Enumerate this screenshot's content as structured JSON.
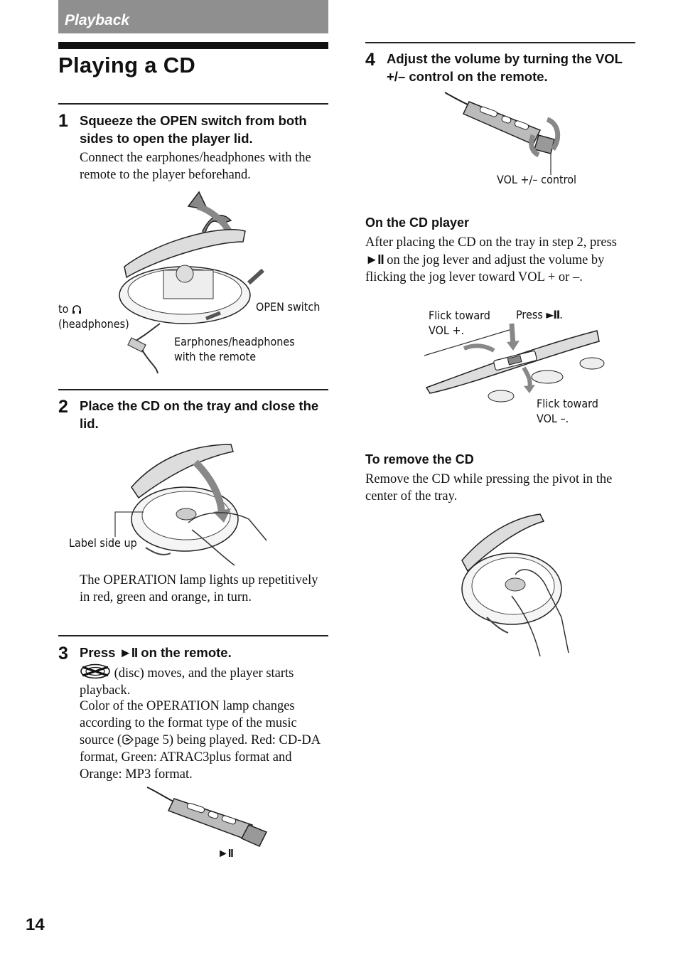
{
  "header": {
    "section": "Playback",
    "title": "Playing a CD"
  },
  "page_number": "14",
  "step1": {
    "number": "1",
    "heading": "Squeeze the OPEN switch from both sides to open the player lid.",
    "body": "Connect the earphones/headphones with the remote to the player beforehand.",
    "callouts": {
      "to": "to",
      "headphones": "(headphones)",
      "open_switch": "OPEN switch",
      "earphones_line1": "Earphones/headphones",
      "earphones_line2": "with the remote"
    }
  },
  "step2": {
    "number": "2",
    "heading": "Place the CD on the tray and close the lid.",
    "callout_label_side": "Label side up",
    "body": "The OPERATION lamp lights up repetitively in red, green and orange, in turn."
  },
  "step3": {
    "number": "3",
    "heading_pre": "Press",
    "heading_symbol": "►II",
    "heading_post": "on the remote.",
    "disc_text": "(disc) moves, and the player starts playback.",
    "lamp_text_pre": "Color of the OPERATION lamp changes according to the format type of the music source (",
    "lamp_text_ref": "page 5) being played. Red: CD-DA format, Green: ATRAC3plus format and Orange: MP3 format.",
    "callout_symbol": "►II"
  },
  "step4": {
    "number": "4",
    "heading": "Adjust the volume by turning the VOL +/– control on the remote.",
    "callout_vol": "VOL +/– control"
  },
  "on_cd_player": {
    "heading": "On the CD player",
    "body_pre": "After placing the CD on the tray in step 2, press",
    "body_symbol": "►II",
    "body_post": "on the jog lever and adjust the volume by flicking the jog lever toward VOL + or –.",
    "callout_flick_plus_1": "Flick toward",
    "callout_flick_plus_2": "VOL +.",
    "callout_press": "Press",
    "callout_press_symbol": "►II",
    "callout_flick_minus_1": "Flick toward",
    "callout_flick_minus_2": "VOL –."
  },
  "remove_cd": {
    "heading": "To remove the CD",
    "body": "Remove the CD while pressing the pivot in the center of the tray."
  }
}
